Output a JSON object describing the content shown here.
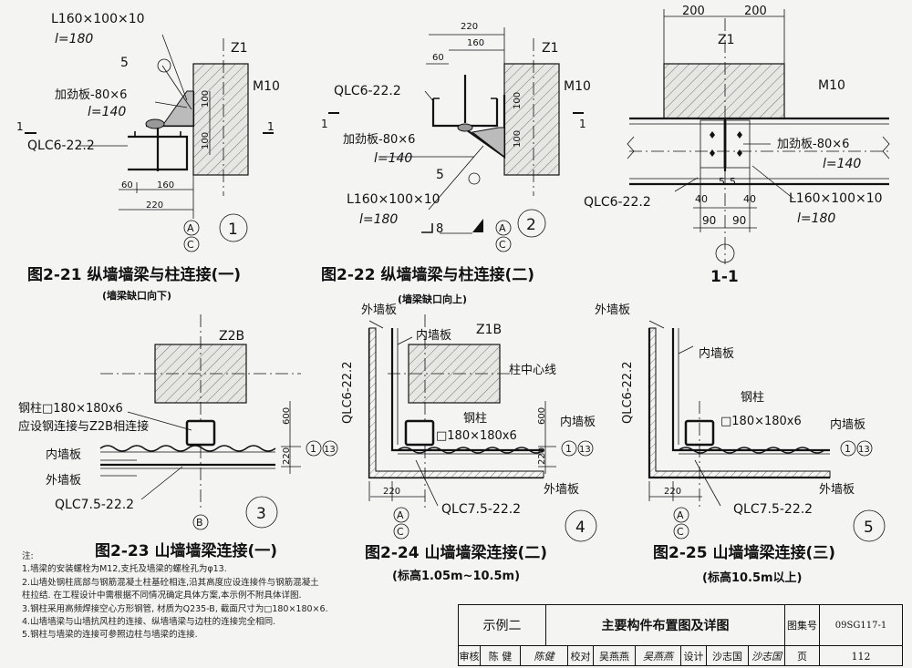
{
  "fig21": {
    "label_angle": "L160×100×10",
    "label_len": "l=180",
    "weld": "5",
    "z1": "Z1",
    "m10": "M10",
    "stiffener": "加劲板-80×6",
    "stiffener_len": "l=140",
    "purlin": "QLC6-22.2",
    "dim_60": "60",
    "dim_160": "160",
    "dim_220": "220",
    "dim_100a": "100",
    "dim_100b": "100",
    "axis_a": "A",
    "axis_c": "C",
    "sec_left": "1",
    "sec_right": "1",
    "num": "1",
    "title": "图2-21  纵墙墙梁与柱连接(一)",
    "subtitle": "(墙梁缺口向下)"
  },
  "fig22": {
    "dim_220": "220",
    "dim_160": "160",
    "dim_60": "60",
    "z1": "Z1",
    "m10": "M10",
    "purlin": "QLC6-22.2",
    "stiffener": "加劲板-80×6",
    "stiffener_len": "l=140",
    "weld": "5",
    "angle": "L160×100×10",
    "angle_len": "l=180",
    "weld8": "8",
    "dim_100a": "100",
    "dim_100b": "100",
    "axis_a": "A",
    "axis_c": "C",
    "sec_left": "1",
    "sec_right": "1",
    "num": "2",
    "title": "图2-22  纵墙墙梁与柱连接(二)",
    "subtitle": "(墙梁缺口向上)"
  },
  "fig11": {
    "dim_200a": "200",
    "dim_200b": "200",
    "z1": "Z1",
    "m10": "M10",
    "stiffener": "加劲板-80×6",
    "stiffener_len": "l=140",
    "purlin": "QLC6-22.2",
    "angle": "L160×100×10",
    "angle_len": "l=180",
    "dim_5a": "5",
    "dim_5b": "5",
    "dim_40a": "40",
    "dim_40b": "40",
    "dim_90a": "90",
    "dim_90b": "90",
    "title": "1-1"
  },
  "fig23": {
    "z2b": "Z2B",
    "column": "钢柱□180×180x6",
    "note": "应设钢连接与Z2B相连接",
    "inner": "内墙板",
    "outer": "外墙板",
    "purlin": "QLC7.5-22.2",
    "dim_600": "600",
    "dim_220": "220",
    "axis_b": "B",
    "axis_1": "1",
    "axis_13": "13",
    "num": "3",
    "title": "图2-23  山墙墙梁连接(一)"
  },
  "fig24": {
    "outer_top": "外墙板",
    "inner_top": "内墙板",
    "z1b": "Z1B",
    "vert_purlin": "QLC6-22.2",
    "center": "柱中心线",
    "column_a": "钢柱",
    "column_b": "□180×180x6",
    "inner": "内墙板",
    "outer": "外墙板",
    "purlin": "QLC7.5-22.2",
    "dim_600": "600",
    "dim_220a": "220",
    "dim_220b": "220",
    "axis_a": "A",
    "axis_c": "C",
    "axis_1": "1",
    "axis_13": "13",
    "num": "4",
    "title": "图2-24  山墙墙梁连接(二)",
    "subtitle": "(标高1.05m~10.5m)"
  },
  "fig25": {
    "outer_top": "外墙板",
    "inner_top": "内墙板",
    "vert_purlin": "QLC6-22.2",
    "column_a": "钢柱",
    "column_b": "□180×180x6",
    "inner": "内墙板",
    "outer": "外墙板",
    "purlin": "QLC7.5-22.2",
    "dim_220": "220",
    "axis_a": "A",
    "axis_c": "C",
    "axis_1": "1",
    "axis_13": "13",
    "num": "5",
    "title": "图2-25  山墙墙梁连接(三)",
    "subtitle": "(标高10.5m以上)"
  },
  "notes": {
    "head": "注:",
    "items": [
      "1.墙梁的安装螺栓为M12,支托及墙梁的螺栓孔为φ13.",
      "2.山墙处钢柱底部与钢筋混凝土柱基砼相连,沿其高度应设连接件与钢筋混凝土",
      "   柱拉结. 在工程设计中需根据不同情况确定具体方案,本示例不附具体详图.",
      "3.钢柱采用高频焊接空心方形钢管, 材质为Q235-B, 截面尺寸为□180×180×6.",
      "4.山墙墙梁与山墙抗风柱的连接、纵墙墙梁与边柱的连接完全相同.",
      "5.钢柱与墙梁的连接可参照边柱与墙梁的连接."
    ]
  },
  "titleblock": {
    "example": "示例二",
    "name": "主要构件布置图及详图",
    "atlas_label": "图集号",
    "atlas_no": "09SG117-1",
    "review": "审核",
    "reviewer": "陈 健",
    "reviewer_sig": "陈健",
    "check": "校对",
    "checker": "吴燕燕",
    "checker_sig": "吴燕燕",
    "design": "设计",
    "designer": "沙志国",
    "designer_sig": "沙志国",
    "page_label": "页",
    "page_no": "112"
  }
}
